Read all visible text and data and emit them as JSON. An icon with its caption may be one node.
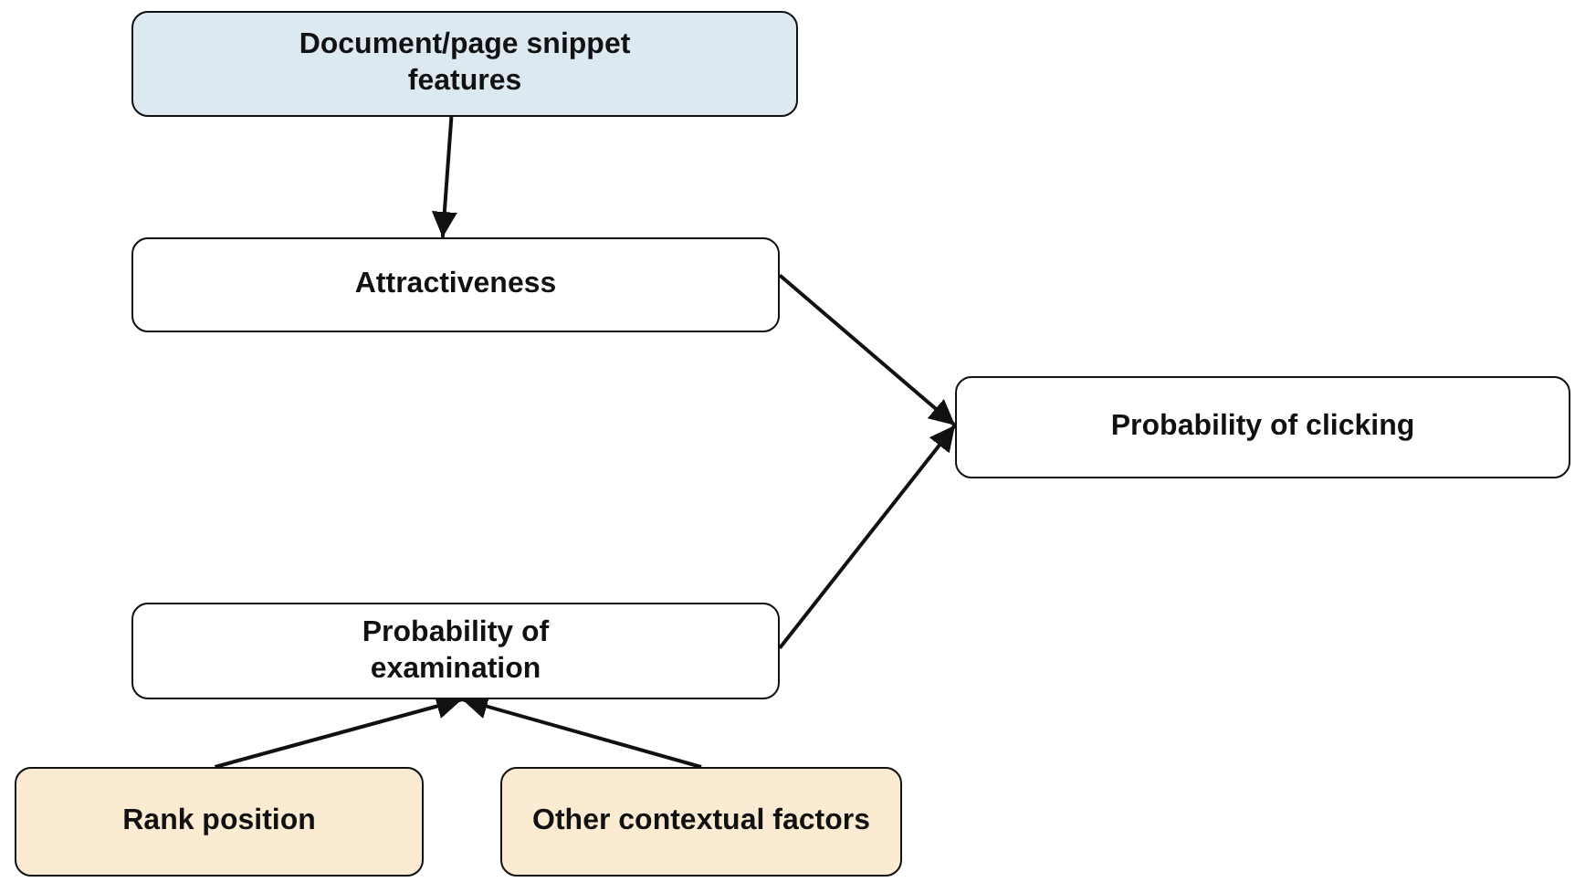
{
  "diagram": {
    "nodes": [
      {
        "text": [
          "Document/page snippet features"
        ]
      },
      {
        "text": [
          "Attractiveness"
        ]
      },
      {
        "text": [
          "Probability of clicking"
        ]
      },
      {
        "text": [
          "Probability of examination"
        ]
      },
      {
        "text": [
          "Rank position"
        ]
      },
      {
        "text": [
          "Other contextual factors"
        ]
      }
    ],
    "edges": [
      {
        "from": 0,
        "to": 1,
        "arrow": "to"
      },
      {
        "from": 1,
        "to": 2,
        "arrow": "to"
      },
      {
        "from": 3,
        "to": 2,
        "arrow": "to"
      },
      {
        "from": 4,
        "to": 3,
        "arrow": "to"
      },
      {
        "from": 5,
        "to": 3,
        "arrow": "to"
      }
    ]
  }
}
